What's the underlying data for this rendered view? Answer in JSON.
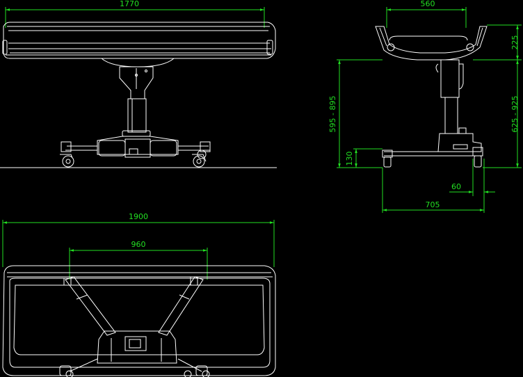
{
  "colors": {
    "background": "#000000",
    "dimension": "#22e022",
    "outline": "#ffffff"
  },
  "views": {
    "side": {
      "width_dim": "1770"
    },
    "end": {
      "width_dim": "560",
      "tray_height_dim": "225",
      "frame_height_dim": "625 - 925",
      "height_range_dim": "595 - 895",
      "wheel_dim": "130",
      "offset_dim": "60",
      "base_depth_dim": "705"
    },
    "top": {
      "length_dim": "1900",
      "base_span_dim": "960"
    }
  }
}
